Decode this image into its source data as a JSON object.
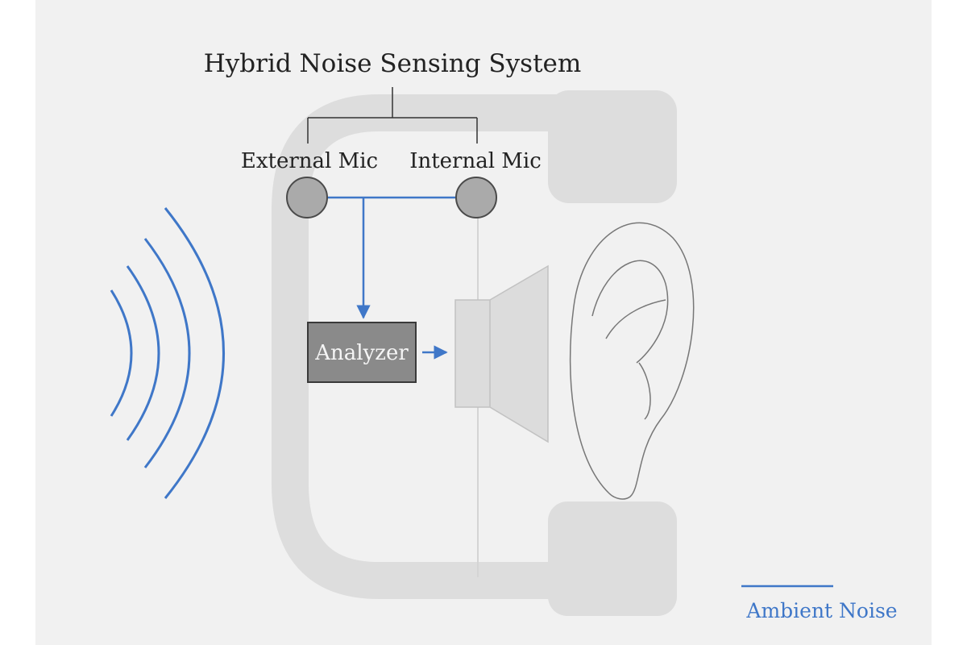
{
  "title": "Hybrid Noise Sensing System",
  "external_mic_label": "External Mic",
  "internal_mic_label": "Internal Mic",
  "analyzer_label": "Analyzer",
  "legend_label": "Ambient Noise",
  "colors": {
    "background": "#f1f1f1",
    "earcup": "#dddddd",
    "mic_fill": "#aaaaaa",
    "analyzer_fill": "#8a8a8a",
    "speaker_fill": "#dcdcdc",
    "signal_blue": "#3f77c8",
    "ear_line": "#777777"
  },
  "icons": [
    "microphone-icon",
    "speaker-icon",
    "ear-icon",
    "sound-waves-icon"
  ]
}
